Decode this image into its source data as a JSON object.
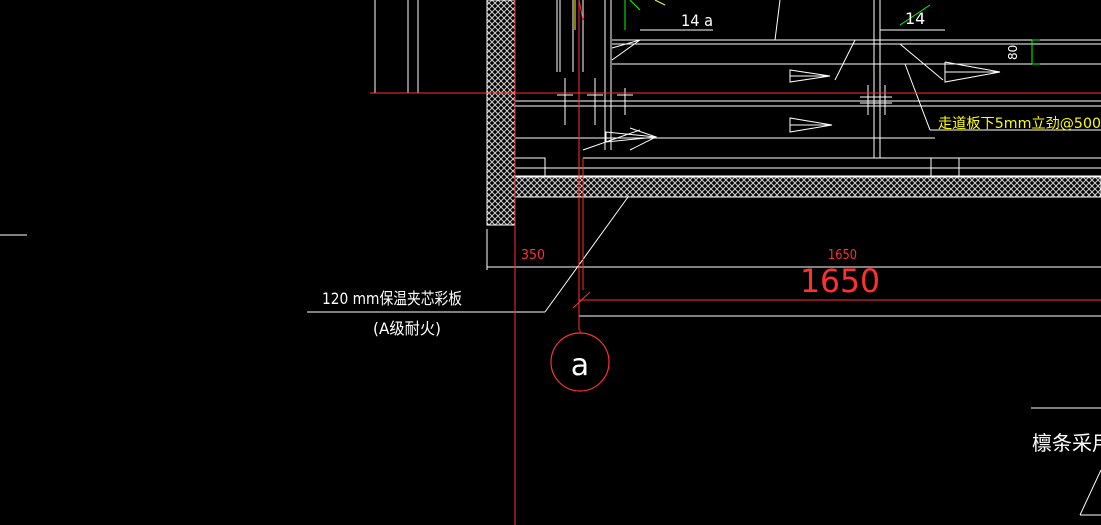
{
  "canvas": {
    "background": "#000000"
  },
  "colors": {
    "white": "#ffffff",
    "red": "#ff3030",
    "yellow": "#ffff00",
    "green": "#00ff00",
    "hatch": "#d0d0d0"
  },
  "labels": {
    "profile_14a": "14 a",
    "profile_14": "14",
    "walkway_note": "走道板下5mm立劲@500",
    "dim_80": "80",
    "dim_350": "350",
    "dim_1650_small": "1650",
    "dim_1650_large": "1650",
    "panel_label": "120 mm保温夹芯彩板",
    "panel_fire_rating": "(A级耐火)",
    "axis_bubble": "a",
    "purlin_note": "檩条采用C"
  }
}
